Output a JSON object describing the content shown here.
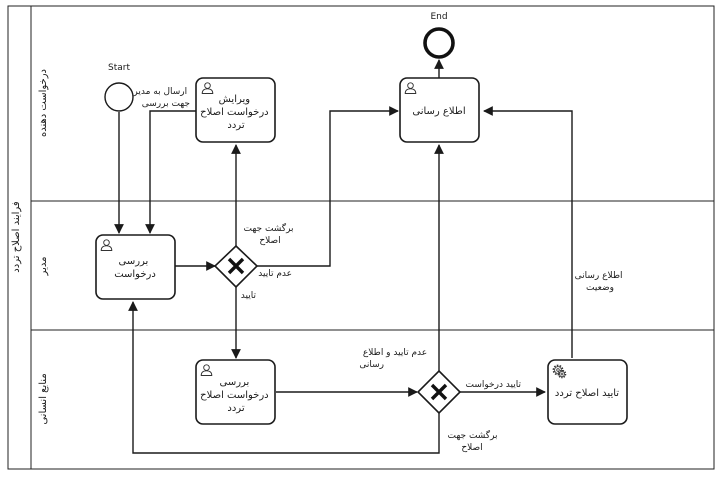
{
  "pool": {
    "label": "فرایند اصلاح تردد"
  },
  "lanes": [
    {
      "label": "درخواست دهنده"
    },
    {
      "label": "مدیر"
    },
    {
      "label": "منابع انسانی"
    }
  ],
  "events": {
    "start": {
      "label": "Start"
    },
    "end": {
      "label": "End"
    }
  },
  "tasks": {
    "edit_request": {
      "lines": [
        "ویرایش",
        "درخواست اصلاح",
        "تردد"
      ],
      "icon": "user-task-icon"
    },
    "notify": {
      "lines": [
        "اطلاع رسانی"
      ],
      "icon": "user-task-icon"
    },
    "manager_review": {
      "lines": [
        "بررسی",
        "درخواست"
      ],
      "icon": "user-task-icon"
    },
    "hr_review": {
      "lines": [
        "بررسی",
        "درخواست اصلاح",
        "تردد"
      ],
      "icon": "user-task-icon"
    },
    "approve": {
      "lines": [
        "تایید اصلاح تردد"
      ],
      "icon": "service-task-icon"
    }
  },
  "gateways": {
    "manager": {
      "type": "exclusive"
    },
    "hr": {
      "type": "exclusive"
    }
  },
  "flow_labels": {
    "send_to_manager": [
      "ارسال به مدیر",
      "جهت بررسی"
    ],
    "return_for_fix_manager": [
      "برگشت جهت",
      "اصلاح"
    ],
    "not_approved": [
      "عدم تایید"
    ],
    "approved": [
      "تایید"
    ],
    "reject_and_notify": [
      "عدم تایید و اطلاع",
      "رسانی"
    ],
    "approve_request": [
      "تایید درخواست"
    ],
    "return_for_fix_hr": [
      "برگشت جهت",
      "اصلاح"
    ],
    "status_notify": [
      "اطلاع رسانی",
      "وضعیت"
    ]
  }
}
